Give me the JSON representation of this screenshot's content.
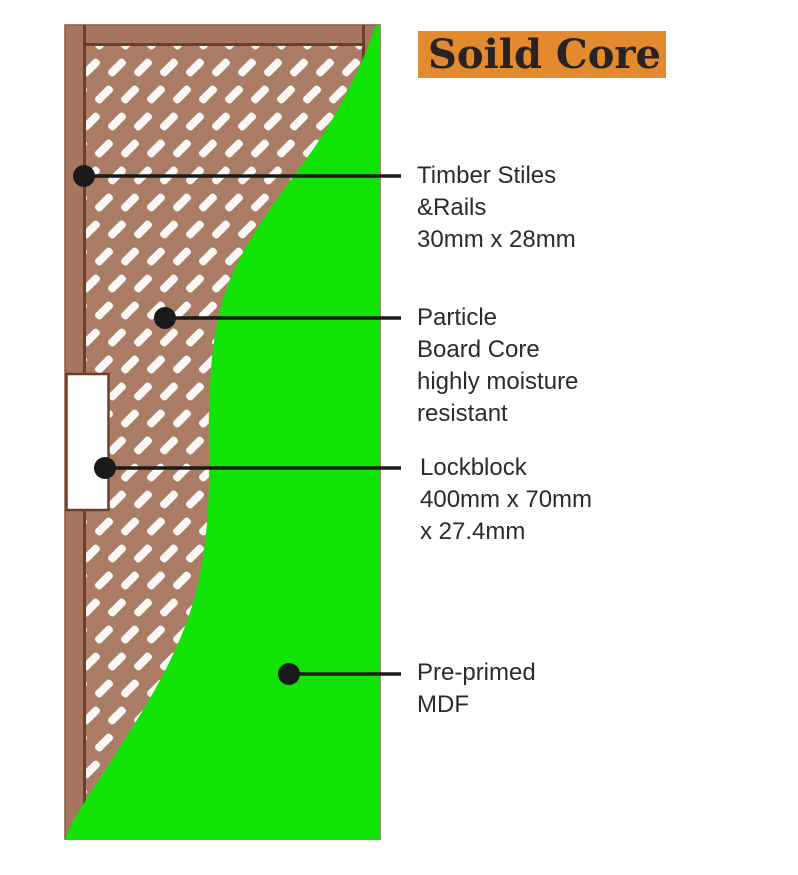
{
  "title": {
    "text": "Soild Core"
  },
  "colors": {
    "title_bg_orange": "#E28A2D",
    "title_text_dark": "#272223",
    "frame_brown": "#A6755F",
    "board_brown": "#AA7C66",
    "dark_brown_line": "#6E3E2B",
    "door_edge_brown": "#8C5A45",
    "dash_white": "#FAF8F5",
    "lockblock_white": "#FFFFFF",
    "mdf_green": "#11E306",
    "callout_black": "#1A1A1A",
    "label_text": "#2B2B2B"
  },
  "callouts": [
    {
      "id": "timber-stiles",
      "lines": [
        "Timber Stiles",
        "&Rails",
        "30mm x 28mm"
      ]
    },
    {
      "id": "particle-board",
      "lines": [
        "Particle",
        "Board Core",
        "highly moisture",
        "resistant"
      ]
    },
    {
      "id": "lockblock",
      "lines": [
        "Lockblock",
        "400mm x 70mm",
        "x 27.4mm"
      ]
    },
    {
      "id": "pre-primed-mdf",
      "lines": [
        "Pre-primed",
        "MDF"
      ]
    }
  ]
}
